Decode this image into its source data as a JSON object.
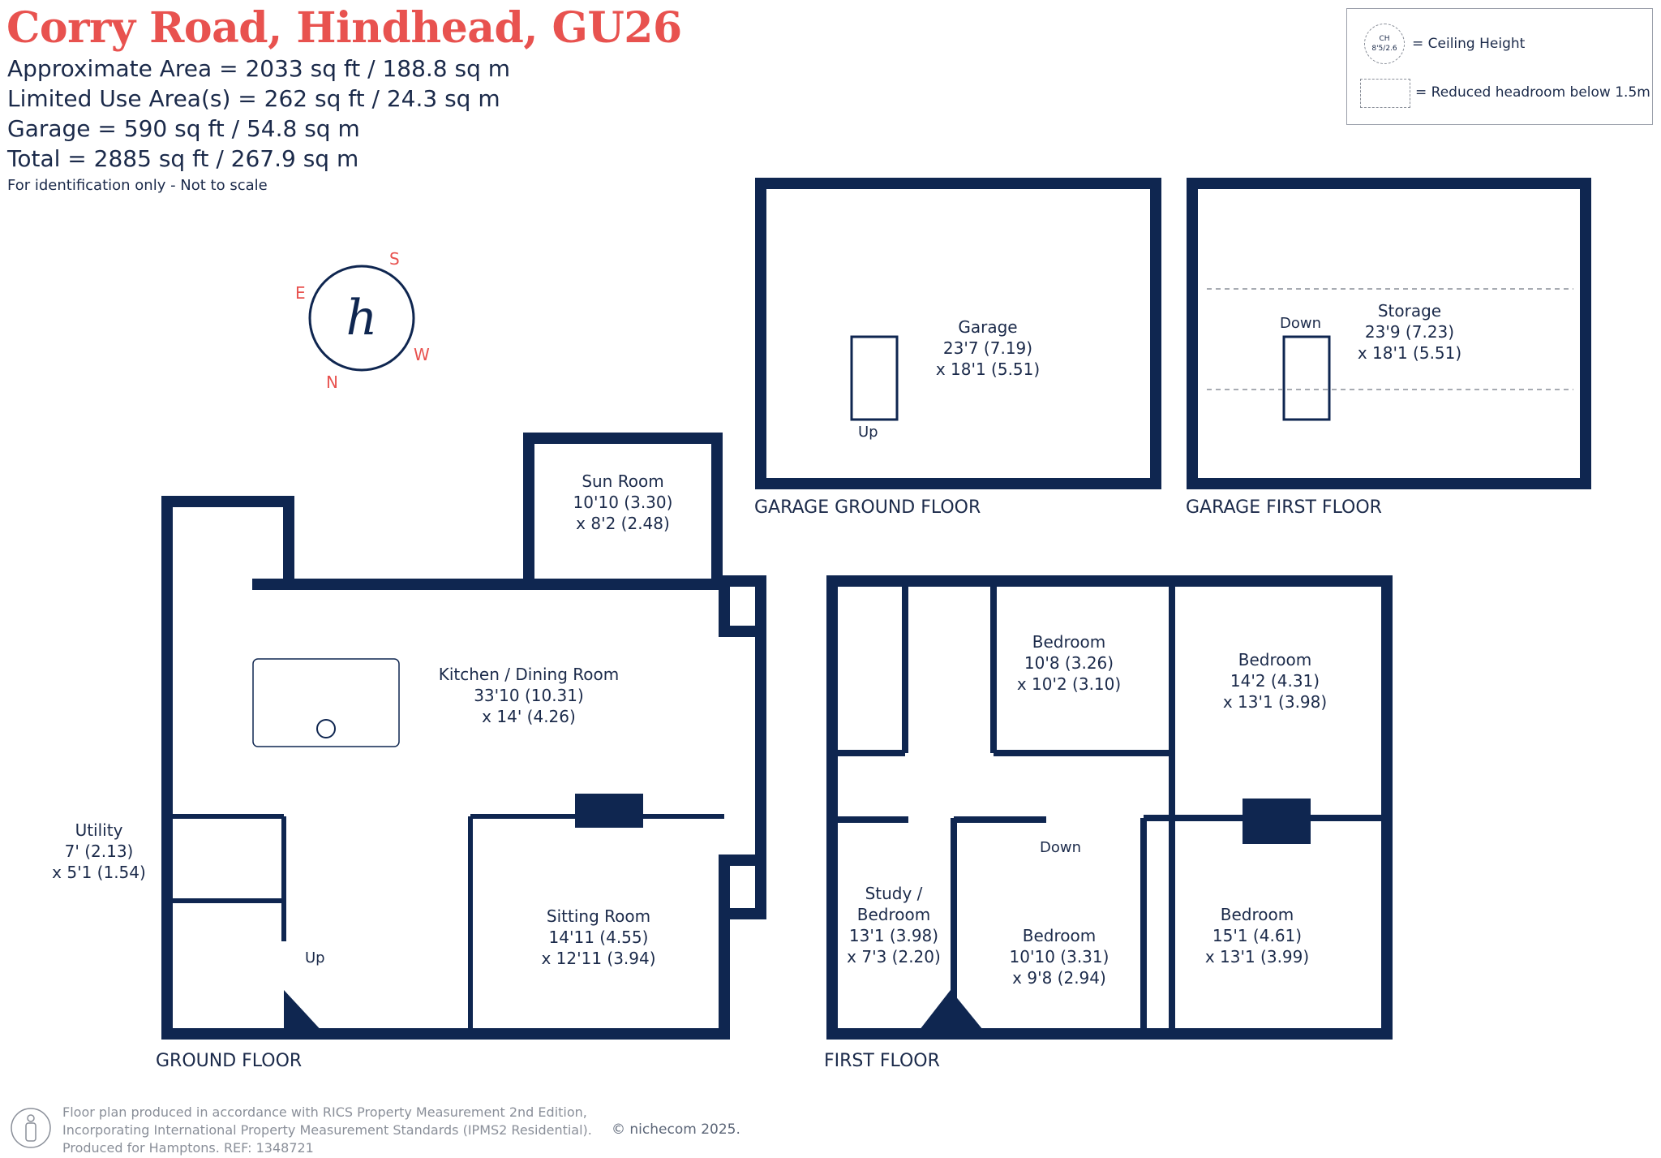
{
  "header": {
    "title": "Corry Road, Hindhead, GU26",
    "areas": [
      "Approximate Area = 2033 sq ft / 188.8 sq m",
      "Limited Use Area(s) = 262 sq ft / 24.3 sq m",
      "Garage = 590 sq ft / 54.8 sq m",
      "Total = 2885 sq ft / 267.9 sq m"
    ],
    "note": "For identification only - Not to scale"
  },
  "legend": {
    "ch_line1": "CH",
    "ch_line2": "8'5/2.6",
    "ceiling_label": "= Ceiling Height",
    "reduced_label": "= Reduced headroom below 1.5m"
  },
  "compass": {
    "s": "S",
    "w": "W",
    "n": "N",
    "e": "E",
    "logo": "h"
  },
  "floors": {
    "ground": "GROUND FLOOR",
    "first": "FIRST FLOOR",
    "garage_ground": "GARAGE GROUND FLOOR",
    "garage_first": "GARAGE FIRST FLOOR"
  },
  "rooms": {
    "garage": [
      "Garage",
      "23'7 (7.19)",
      "x 18'1 (5.51)"
    ],
    "storage": [
      "Storage",
      "23'9 (7.23)",
      "x 18'1 (5.51)"
    ],
    "sun_room": [
      "Sun Room",
      "10'10 (3.30)",
      "x 8'2 (2.48)"
    ],
    "kitchen": [
      "Kitchen / Dining Room",
      "33'10 (10.31)",
      "x 14' (4.26)"
    ],
    "utility": [
      "Utility",
      "7' (2.13)",
      "x 5'1 (1.54)"
    ],
    "sitting": [
      "Sitting Room",
      "14'11 (4.55)",
      "x 12'11 (3.94)"
    ],
    "bed1": [
      "Bedroom",
      "10'8 (3.26)",
      "x 10'2 (3.10)"
    ],
    "bed2": [
      "Bedroom",
      "14'2 (4.31)",
      "x 13'1 (3.98)"
    ],
    "study": [
      "Study /",
      "Bedroom",
      "13'1 (3.98)",
      "x 7'3 (2.20)"
    ],
    "bed3": [
      "Bedroom",
      "10'10 (3.31)",
      "x 9'8 (2.94)"
    ],
    "bed4": [
      "Bedroom",
      "15'1 (4.61)",
      "x 13'1 (3.99)"
    ]
  },
  "stairs": {
    "garage_up": "Up",
    "storage_down": "Down",
    "ground_up": "Up",
    "first_down": "Down"
  },
  "footer": {
    "line1": "Floor plan produced in accordance with RICS Property Measurement 2nd Edition,",
    "line2": "Incorporating International Property Measurement Standards (IPMS2 Residential).",
    "line3": "Produced for Hamptons.   REF:  1348721",
    "copyright": "© nichecom 2025."
  },
  "colors": {
    "wall": "#0f2650",
    "accent": "#e8524f",
    "muted": "#8a8f99"
  }
}
